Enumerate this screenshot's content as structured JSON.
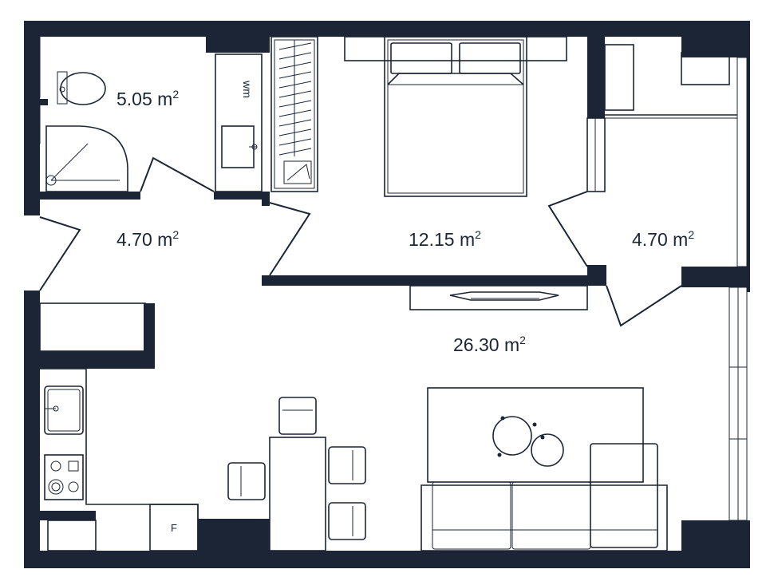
{
  "rooms": [
    {
      "id": "bathroom",
      "area": "5.05 m",
      "unit_sup": "2"
    },
    {
      "id": "hallway",
      "area": "4.70 m",
      "unit_sup": "2"
    },
    {
      "id": "bedroom",
      "area": "12.15 m",
      "unit_sup": "2"
    },
    {
      "id": "wardrobe",
      "area": "4.70 m",
      "unit_sup": "2"
    },
    {
      "id": "living",
      "area": "26.30 m",
      "unit_sup": "2"
    }
  ],
  "fixtures": {
    "washing_machine_label": "wm",
    "fridge_label": "F"
  },
  "colors": {
    "wall": "#1b2535",
    "background": "#ffffff"
  }
}
